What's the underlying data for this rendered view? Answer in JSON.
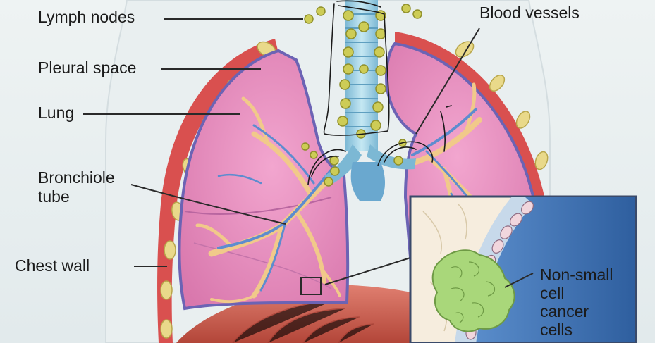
{
  "figure": {
    "labels": {
      "lymph_nodes": "Lymph nodes",
      "pleural_space": "Pleural space",
      "lung": "Lung",
      "bronchiole_tube_line1": "Bronchiole",
      "bronchiole_tube_line2": "tube",
      "chest_wall": "Chest wall",
      "blood_vessels": "Blood vessels"
    },
    "inset": {
      "label_line1": "Non-small",
      "label_line2": "cell",
      "label_line3": "cancer",
      "label_line4": "cells"
    },
    "colors": {
      "background": "#e4ecee",
      "lung_pink": "#e98fc0",
      "lung_outline": "#6c63b4",
      "pleura_red": "#d9504f",
      "bronchi_orange": "#f1c98a",
      "vessel_blue": "#5d8ccf",
      "trachea_blue": "#9ed3e6",
      "node_yellow": "#d9d25a",
      "tumor_green": "#a9d77a",
      "inset_blue": "#3c6fb0",
      "diaphragm_red": "#c8584e"
    }
  }
}
